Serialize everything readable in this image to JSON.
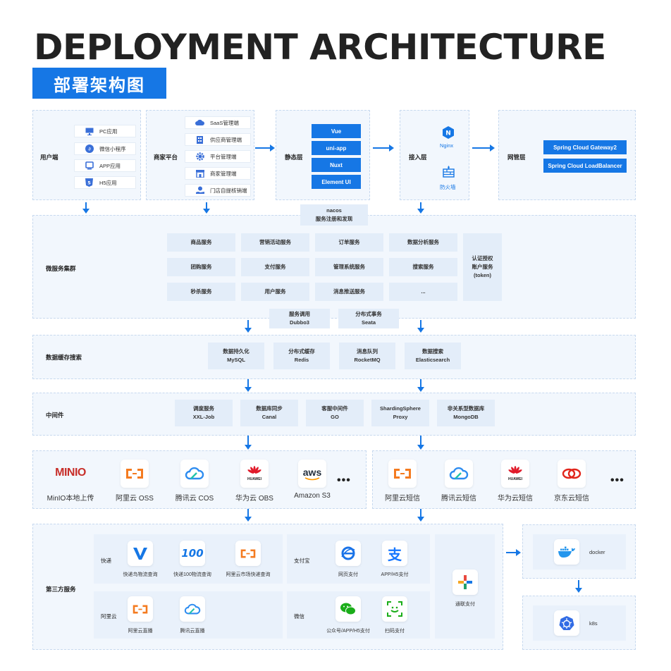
{
  "header": {
    "title": "DEPLOYMENT ARCHITECTURE",
    "subtitle": "部署架构图"
  },
  "colors": {
    "accent": "#1677e5",
    "panel_bg": "#f2f7fd",
    "service_bg": "#e3edf9"
  },
  "client": {
    "label": "用户端",
    "items": [
      {
        "label": "PC应用",
        "icon": "monitor-icon"
      },
      {
        "label": "微信小程序",
        "icon": "mini-program-icon"
      },
      {
        "label": "APP应用",
        "icon": "mobile-icon"
      },
      {
        "label": "H5应用",
        "icon": "html5-icon"
      }
    ]
  },
  "merchant": {
    "label": "商家平台",
    "items": [
      {
        "label": "SaaS管理端",
        "icon": "cloud-icon"
      },
      {
        "label": "供应商管理端",
        "icon": "building-icon"
      },
      {
        "label": "平台管理端",
        "icon": "gear-icon"
      },
      {
        "label": "商家管理端",
        "icon": "store-icon"
      },
      {
        "label": "门店自提核销端",
        "icon": "hand-icon"
      }
    ]
  },
  "static_layer": {
    "label": "静态层",
    "items": [
      "Vue",
      "uni-app",
      "Nuxt",
      "Element UI"
    ]
  },
  "access_layer": {
    "label": "接入层",
    "nginx": "Nginx",
    "firewall": "防火墙"
  },
  "gateway_layer": {
    "label": "网管层",
    "items": [
      "Spring Cloud Gateway2",
      "Spring Cloud LoadBalancer"
    ]
  },
  "nacos": {
    "line1": "nacos",
    "line2": "服务注册和发现"
  },
  "microservices": {
    "label": "微服务集群",
    "grid": [
      [
        "商品服务",
        "营销活动服务",
        "订单服务",
        "数据分析服务"
      ],
      [
        "团购服务",
        "支付服务",
        "管理系统服务",
        "搜索服务"
      ],
      [
        "秒杀服务",
        "用户服务",
        "消息推送服务",
        "..."
      ]
    ],
    "auth": {
      "line1": "认证授权",
      "line2": "账户服务",
      "line3": "(token)"
    },
    "dubbo": {
      "line1": "服务调用",
      "line2": "Dubbo3"
    },
    "seata": {
      "line1": "分布式事务",
      "line2": "Seata"
    }
  },
  "data_layer": {
    "label": "数据缓存搜索",
    "items": [
      {
        "line1": "数据持久化",
        "line2": "MySQL"
      },
      {
        "line1": "分布式缓存",
        "line2": "Redis"
      },
      {
        "line1": "消息队列",
        "line2": "RocketMQ"
      },
      {
        "line1": "数据搜索",
        "line2": "Elasticsearch"
      }
    ]
  },
  "middleware": {
    "label": "中间件",
    "items": [
      {
        "line1": "调度服务",
        "line2": "XXL-Job"
      },
      {
        "line1": "数据库同步",
        "line2": "Canal"
      },
      {
        "line1": "客服中间件",
        "line2": "GO"
      },
      {
        "line1": "ShardingSphere",
        "line2": "Proxy"
      },
      {
        "line1": "非关系型数据库",
        "line2": "MongoDB"
      }
    ]
  },
  "storage": {
    "items": [
      "MinIO本地上传",
      "阿里云 OSS",
      "腾讯云 COS",
      "华为云 OBS",
      "Amazon S3"
    ],
    "more": "•••"
  },
  "sms": {
    "items": [
      "阿里云短信",
      "腾讯云短信",
      "华为云短信",
      "京东云短信"
    ],
    "more": "•••"
  },
  "logos": {
    "minio": "MINIO",
    "huawei": "HUAWEI",
    "aws": "aws"
  },
  "third_party": {
    "label": "第三方服务",
    "express": {
      "label": "快递",
      "items": [
        "快递鸟物流查询",
        "快递100物流查询",
        "阿里云市场快递查询"
      ]
    },
    "aliyun": {
      "label": "阿里云",
      "items": [
        "阿里云直播",
        "腾讯云直播"
      ]
    },
    "alipay": {
      "label": "支付宝",
      "items": [
        "网页支付",
        "APP/H5支付"
      ]
    },
    "wechat": {
      "label": "微信",
      "items": [
        "公众号/APP/H5支付",
        "扫码支付"
      ]
    },
    "allinpay": "通联支付"
  },
  "deploy": {
    "docker": "docker",
    "k8s": "k8s"
  }
}
